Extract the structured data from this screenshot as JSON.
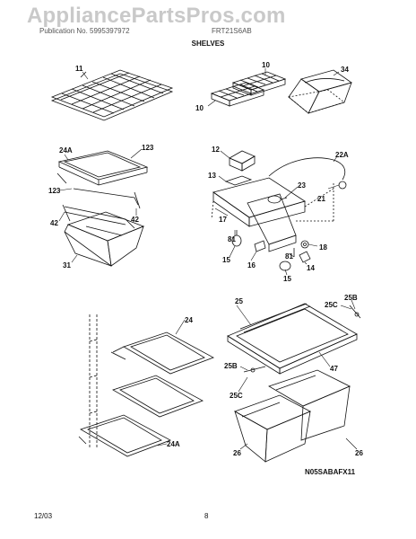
{
  "watermark": "AppliancePartsPros.com",
  "header": {
    "publication_text": "Publication No. 5995397972",
    "model_text": "FRT21S6AB",
    "section_title": "SHELVES"
  },
  "callouts": {
    "wire_shelf": "11",
    "ice_tray_top": "10",
    "ice_tray_left": "10",
    "bin_top_right": "34",
    "shelf_frame_left": "24A",
    "shelf_glass_top": "123",
    "shelf_glass_left": "123",
    "shelf_rail_right": "42",
    "shelf_rail_left": "42",
    "crisper_pan": "31",
    "cover_12": "12",
    "tube_22a": "22A",
    "bracket_13": "13",
    "part_23": "23",
    "part_21": "21",
    "housing_17": "17",
    "screw_81_left": "81",
    "knob_18": "18",
    "light_15_left": "15",
    "socket_16": "16",
    "screw_81_right": "81",
    "part_14": "14",
    "light_15_right": "15",
    "shelf_24": "24",
    "shelf_24a_bottom": "24A",
    "crisper_cover_25": "25",
    "glass_47": "47",
    "support_25c_top": "25C",
    "support_25b_top": "25B",
    "support_25b_left": "25B",
    "support_25c_left": "25C",
    "drawer_26_left": "26",
    "drawer_26_right": "26"
  },
  "diagram_code": "N05SABAFX11",
  "footer": {
    "date": "12/03",
    "page": "8"
  }
}
